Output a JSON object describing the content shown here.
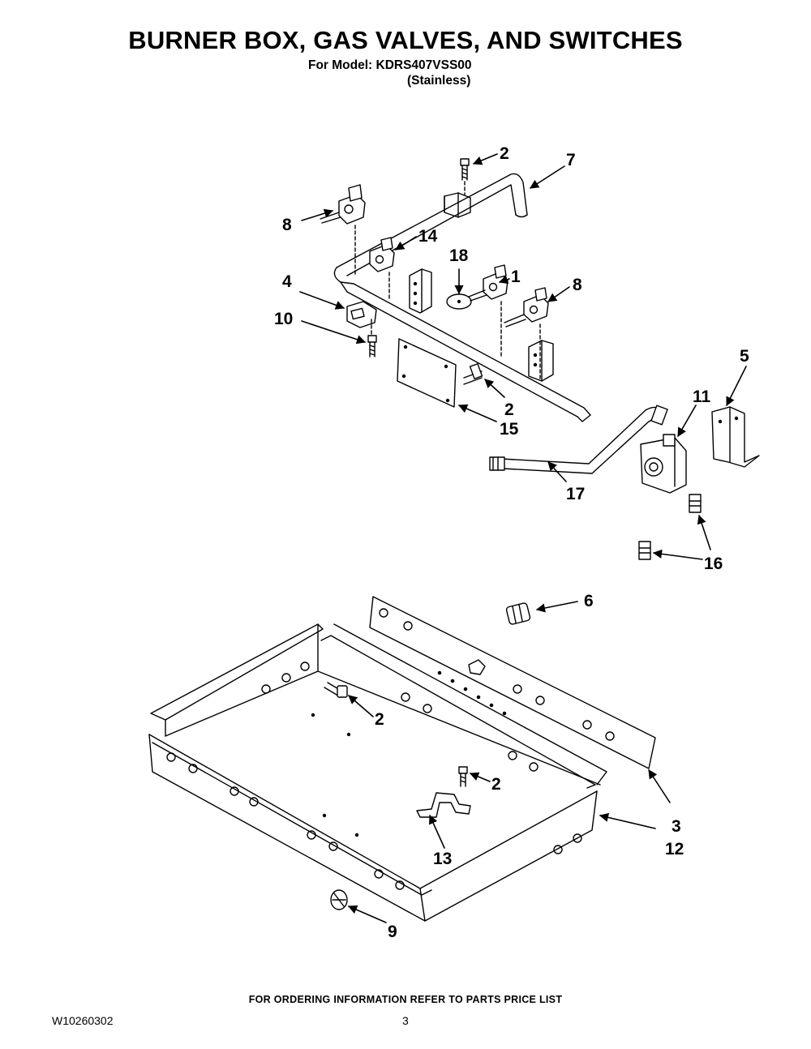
{
  "header": {
    "title": "BURNER BOX, GAS VALVES, AND SWITCHES",
    "model_line": "For Model: KDRS407VSS00",
    "finish_line": "(Stainless)"
  },
  "callouts": {
    "c1": "1",
    "c2a": "2",
    "c2b": "2",
    "c2c": "2",
    "c2d": "2",
    "c3": "3",
    "c4": "4",
    "c5": "5",
    "c6": "6",
    "c7": "7",
    "c8a": "8",
    "c8b": "8",
    "c9": "9",
    "c10": "10",
    "c11": "11",
    "c12": "12",
    "c13": "13",
    "c14": "14",
    "c15": "15",
    "c16": "16",
    "c17": "17",
    "c18": "18"
  },
  "footer": {
    "ordering_note": "FOR ORDERING INFORMATION REFER TO PARTS PRICE LIST",
    "doc_number": "W10260302",
    "page_number": "3"
  }
}
